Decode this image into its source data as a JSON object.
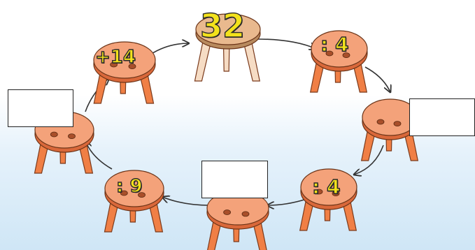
{
  "start_number": "32",
  "cycle": [
    {
      "id": "top",
      "operation": "32"
    },
    {
      "id": "top-right",
      "operation": ": 4"
    },
    {
      "id": "right",
      "operation": ""
    },
    {
      "id": "bottom-right",
      "operation": ": 4"
    },
    {
      "id": "bottom",
      "operation": ""
    },
    {
      "id": "bottom-left",
      "operation": ": 9"
    },
    {
      "id": "left",
      "operation": ""
    },
    {
      "id": "top-left",
      "operation": "+ 14"
    }
  ],
  "labels": {
    "start": "32",
    "op_top_left": "+14",
    "op_top_right": ": 4",
    "op_bottom_right": ": 4",
    "op_bottom_left": ": 9"
  },
  "colors": {
    "stool_orange": "#f07f45",
    "stool_seat": "#f4a27a",
    "start_stool": "#e9b98e",
    "label_yellow": "#f3e21b",
    "arrow": "#333333"
  }
}
